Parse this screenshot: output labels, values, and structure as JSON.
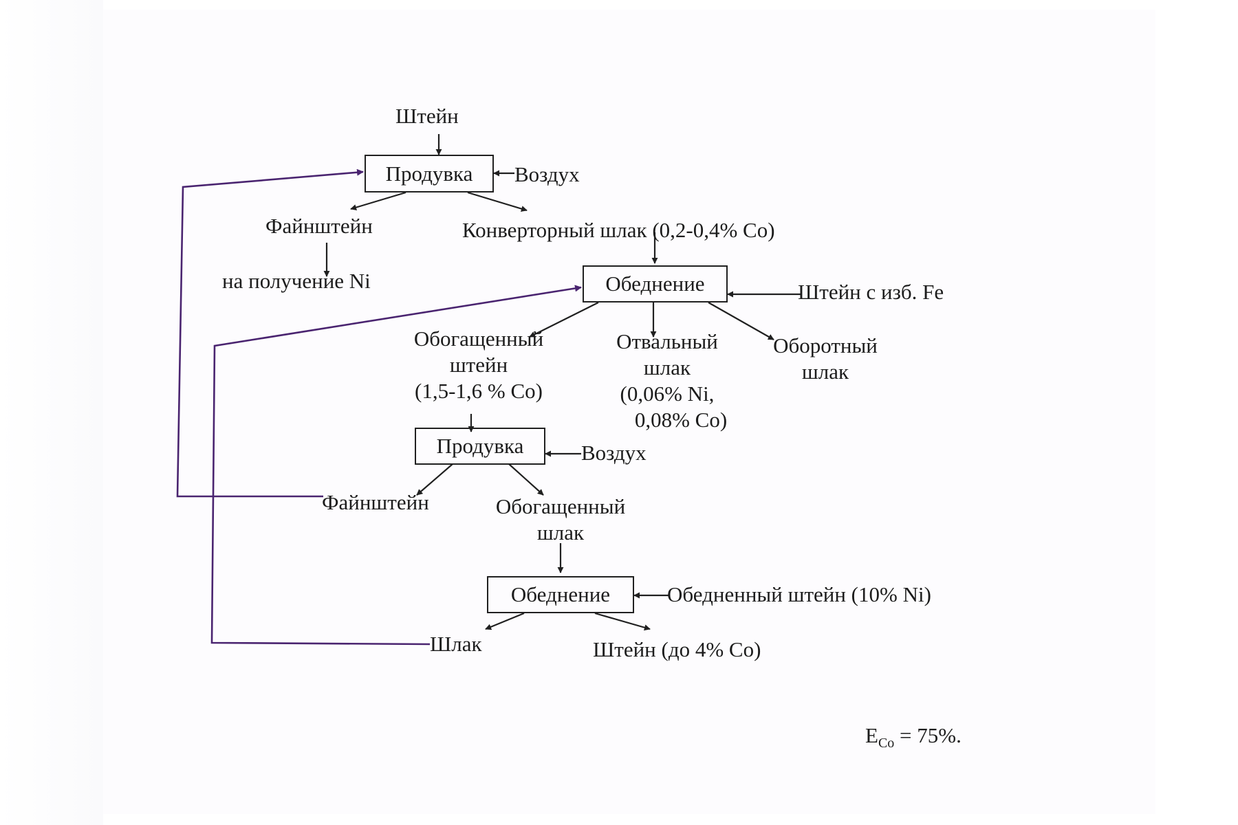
{
  "boxes": {
    "blow1": "Продувка",
    "deplete1": "Обеднение",
    "blow2": "Продувка",
    "deplete2": "Обеднение"
  },
  "labels": {
    "matte_in": "Штейн",
    "air1": "Воздух",
    "finematte1": "Файнштейн",
    "to_nickel": "на получение Ni",
    "converter_slag": "Конверторный шлак (0,2-0,4% Co)",
    "matte_excess_fe": "Штейн с изб. Fe",
    "enriched_matte": [
      "Обогащенный",
      "штейн",
      "(1,5-1,6 % Co)"
    ],
    "waste_slag": [
      "Отвальный",
      "шлак",
      "(0,06% Ni,",
      "0,08% Co)"
    ],
    "return_slag": [
      "Оборотный",
      "шлак"
    ],
    "air2": "Воздух",
    "finematte2": "Файнштейн",
    "enriched_slag": [
      "Обогащенный",
      "шлак"
    ],
    "depleted_matte": "Обедненный штейн (10% Ni)",
    "slag": "Шлак",
    "matte_out": "Штейн (до 4% Co)"
  },
  "formula": {
    "symbol": "E",
    "subscript": "Co",
    "value": "= 75%."
  },
  "colors": {
    "recycle_line": "#4a2470",
    "flow_line": "#202020"
  }
}
